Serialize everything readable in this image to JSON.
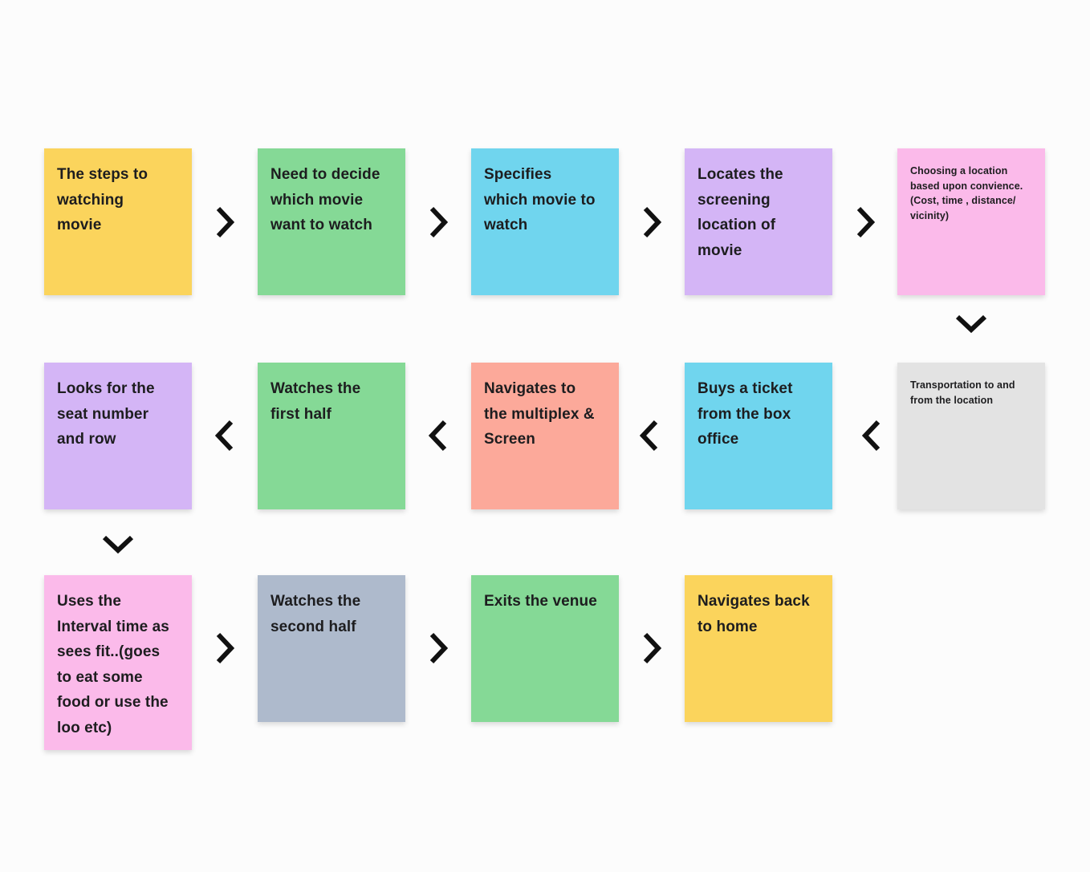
{
  "board": {
    "background": "#FCFCFC",
    "text_color": "#1D1D1F",
    "arrow_color": "#111111"
  },
  "notes": [
    {
      "text": "The steps to\nwatching\nmovie",
      "color": "#FBD45C"
    },
    {
      "text": "Need to decide\nwhich movie\nwant to watch",
      "color": "#85D996"
    },
    {
      "text": "Specifies\nwhich movie to\nwatch",
      "color": "#70D5EE"
    },
    {
      "text": "Locates the\nscreening\nlocation of\nmovie",
      "color": "#D4B5F6"
    },
    {
      "text": "Choosing a location\nbased upon convience.\n(Cost, time , distance/\nvicinity)",
      "color": "#FBBAEA"
    },
    {
      "text": "Looks for the\nseat number\nand row",
      "color": "#D4B5F6"
    },
    {
      "text": "Watches the\nfirst half",
      "color": "#85D996"
    },
    {
      "text": "Navigates to\nthe multiplex &\nScreen",
      "color": "#FCA99A"
    },
    {
      "text": "Buys a ticket\nfrom the box\noffice",
      "color": "#70D5EE"
    },
    {
      "text": "Transportation to and\nfrom the location",
      "color": "#E3E3E3"
    },
    {
      "text": "Uses the\nInterval time as\nsees fit..(goes\nto eat some\nfood or use the\nloo etc)",
      "color": "#FBBAEA"
    },
    {
      "text": "Watches the\nsecond half",
      "color": "#AEBACC"
    },
    {
      "text": "Exits the venue",
      "color": "#85D996"
    },
    {
      "text": "Navigates back\nto home",
      "color": "#FBD45C"
    }
  ]
}
